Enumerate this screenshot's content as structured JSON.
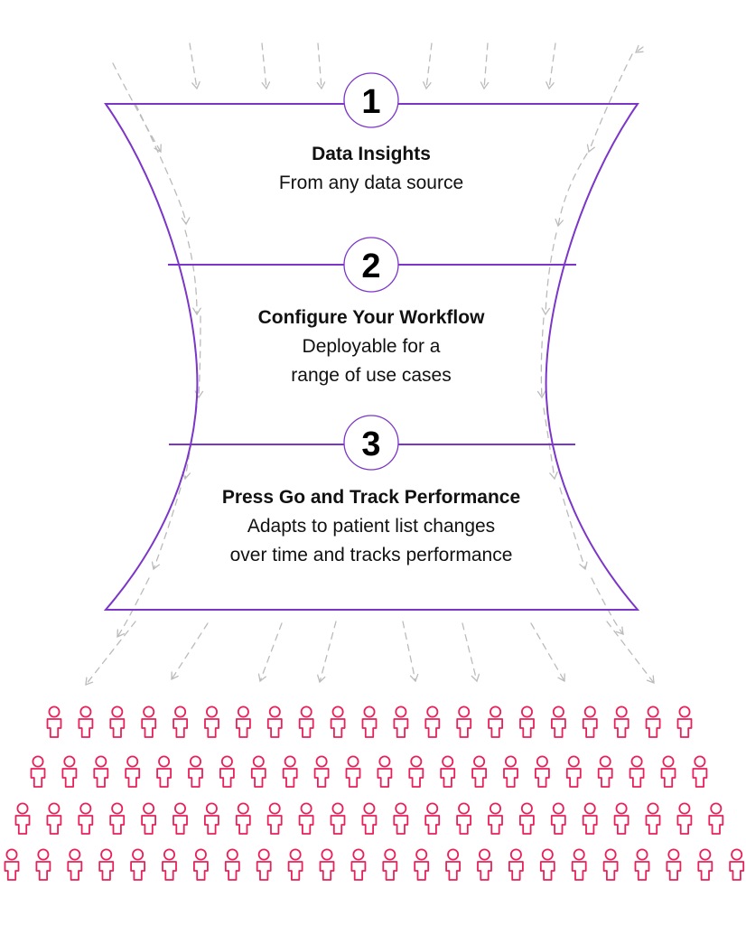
{
  "colors": {
    "funnel_stroke": "#7b35c8",
    "arrow_stroke": "#bbbbbb",
    "person_stroke": "#e8215a",
    "text": "#111111"
  },
  "steps": [
    {
      "number": "1",
      "title": "Data Insights",
      "description_lines": [
        "From any data source"
      ]
    },
    {
      "number": "2",
      "title": "Configure Your Workflow",
      "description_lines": [
        "Deployable for a",
        "range of use cases"
      ]
    },
    {
      "number": "3",
      "title": "Press Go and Track Performance",
      "description_lines": [
        "Adapts to patient list changes",
        "over time and tracks performance"
      ]
    }
  ],
  "people": {
    "icon": "person-outline-icon",
    "rows": [
      21,
      22,
      23,
      24
    ]
  }
}
